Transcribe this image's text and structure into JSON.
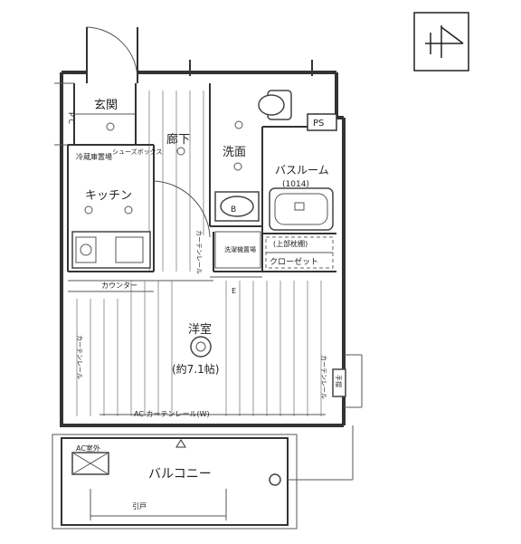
{
  "rooms": {
    "entrance": "玄関",
    "corridor": "廊下",
    "washroom": "洗面",
    "bathroom": "バスルーム",
    "bathroom_size": "(1014)",
    "kitchen": "キッチン",
    "western_room": "洋室",
    "western_room_size": "(約7.1帖)",
    "balcony": "バルコニー"
  },
  "fixtures": {
    "ps": "PS",
    "pc": "P C",
    "fridge": "冷蔵庫置場",
    "shoe_box": "シューズボックス",
    "laundry": "洗濯機置場",
    "upper_shelf": "(上部枕棚)",
    "closet": "クローゼット",
    "counter": "カウンター",
    "curtain_rail_w": "AC カーテンレール(W)",
    "curtain_rail_left": "カーテンレール",
    "curtain_rail_mid": "カーテンレール",
    "curtain_rail_right": "カーテンレール",
    "ac_outdoor": "AC室外",
    "handrail": "手摺",
    "bed_mark": "B",
    "e_mark": "E",
    "sliding": "引戸"
  },
  "compass": {
    "label": "N"
  },
  "colors": {
    "line": "#333333",
    "floor_lines": "#9a9a9a"
  }
}
